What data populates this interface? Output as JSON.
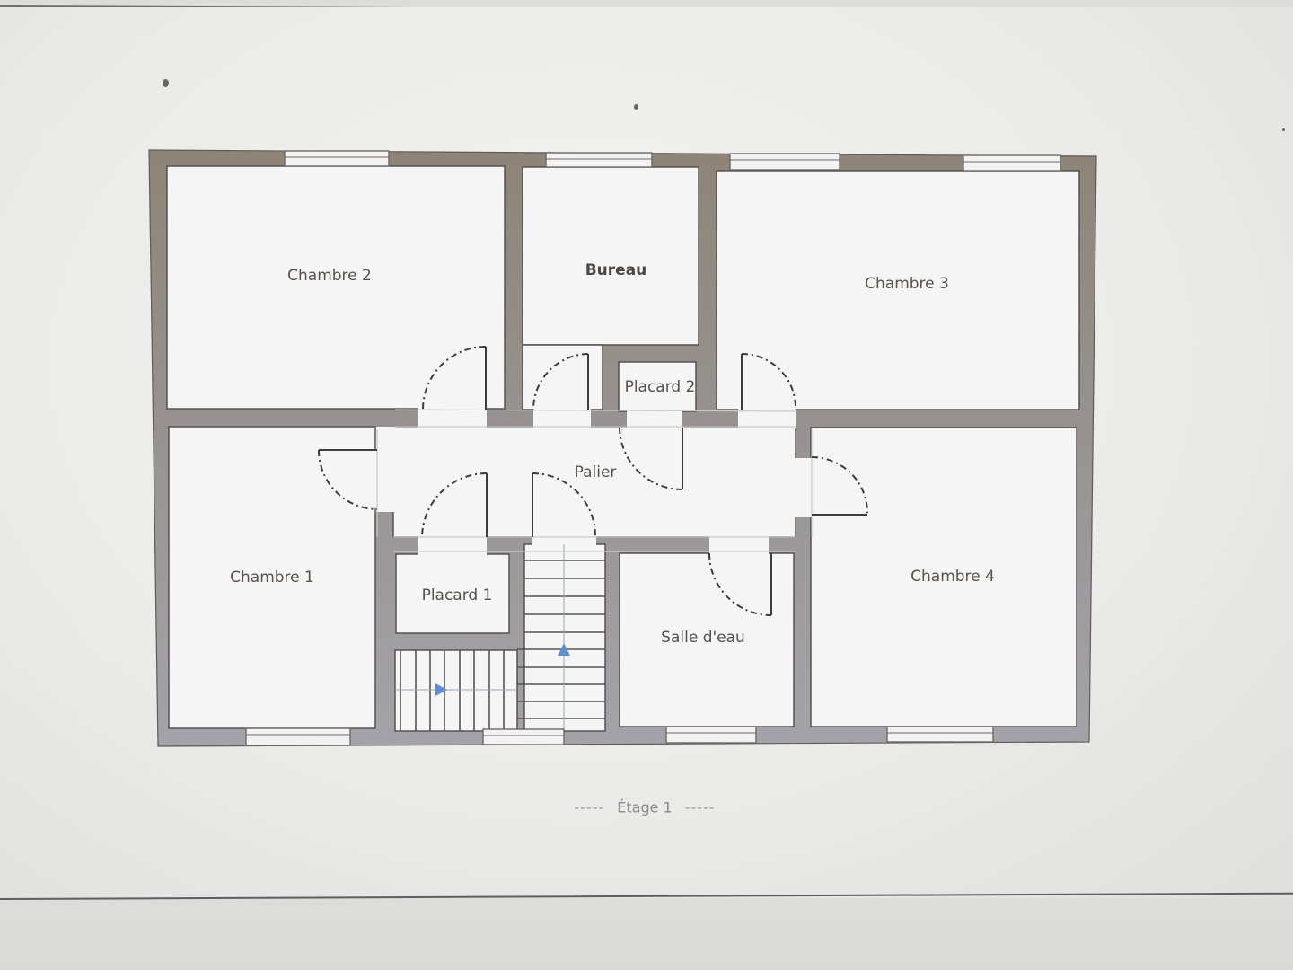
{
  "plan": {
    "floor_caption": "Étage 1",
    "caption_dashes": "-----",
    "wall_color": "#9b958e",
    "wall_color_top": "#8f8678",
    "floor_color": "#f4f5f4",
    "stair_arrow_color": "#5b8fd0",
    "rooms": [
      {
        "id": "chambre-2",
        "label": "Chambre 2"
      },
      {
        "id": "bureau",
        "label": "Bureau"
      },
      {
        "id": "chambre-3",
        "label": "Chambre 3"
      },
      {
        "id": "placard-2",
        "label": "Placard 2"
      },
      {
        "id": "palier",
        "label": "Palier"
      },
      {
        "id": "chambre-1",
        "label": "Chambre 1"
      },
      {
        "id": "placard-1",
        "label": "Placard 1"
      },
      {
        "id": "salle-d-eau",
        "label": "Salle d'eau"
      },
      {
        "id": "chambre-4",
        "label": "Chambre 4"
      }
    ]
  }
}
